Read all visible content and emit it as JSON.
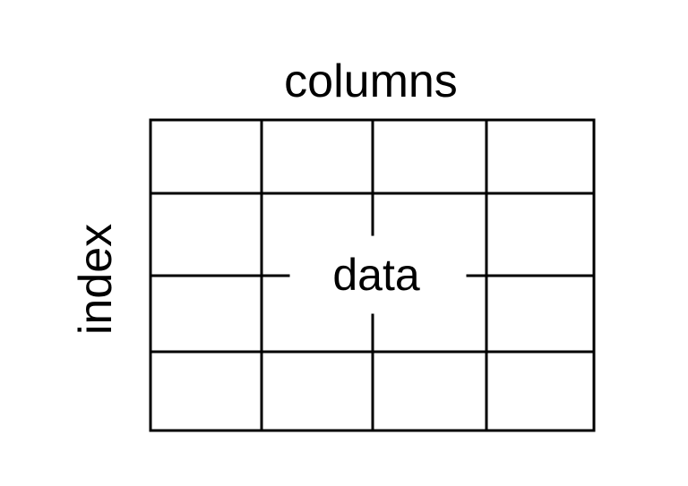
{
  "diagram": {
    "labels": {
      "columns": "columns",
      "index": "index",
      "data": "data"
    },
    "grid": {
      "rows": 4,
      "cols": 4
    },
    "colors": {
      "line": "#000000",
      "background": "#ffffff"
    }
  }
}
